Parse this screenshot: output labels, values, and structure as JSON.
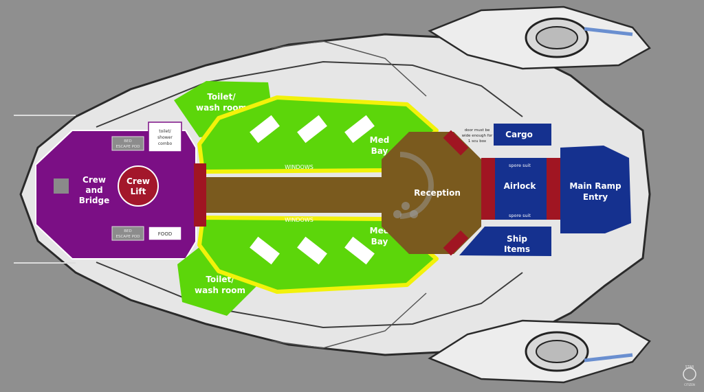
{
  "rooms": {
    "crew_bridge": {
      "line1": "Crew",
      "line2": "and",
      "line3": "Bridge"
    },
    "crew_lift": {
      "line1": "Crew",
      "line2": "Lift"
    },
    "bed_escape_top": {
      "line1": "BED",
      "line2": "ESCAPE POD"
    },
    "bed_escape_bottom": {
      "line1": "BED",
      "line2": "ESCAPE POD"
    },
    "toilet_combo": {
      "line1": "toilet/",
      "line2": "shower",
      "line3": "combo"
    },
    "food": "FOOD",
    "toilet_top": {
      "line1": "Toilet/",
      "line2": "wash room"
    },
    "toilet_bottom": {
      "line1": "Toilet/",
      "line2": "wash room"
    },
    "medbay_top": {
      "line1": "Med",
      "line2": "Bay"
    },
    "medbay_bottom": {
      "line1": "Med",
      "line2": "Bay"
    },
    "window_top": "WINDOWS",
    "window_bottom": "WINDOWS",
    "reception": "Reception",
    "door_note": {
      "line1": "door must be",
      "line2": "wide enough for",
      "line3": "1 scu box"
    },
    "cargo": "Cargo",
    "airlock": "Airlock",
    "spore_suit_top": "spore suit",
    "spore_suit_bottom": "spore suit",
    "ship_items": {
      "line1": "Ship",
      "line2": "Items"
    },
    "main_ramp": {
      "line1": "Main Ramp",
      "line2": "Entry"
    }
  },
  "logo": {
    "line1": "STAR",
    "line2": "CITIZEN"
  },
  "colors": {
    "background": "#8f8f8f",
    "purple": "#7b0f85",
    "green": "#5cd60a",
    "yellow": "#f2f20a",
    "brown": "#7a5a1e",
    "navy": "#15318f",
    "maroon": "#a01522",
    "lift": "#a3172b"
  }
}
